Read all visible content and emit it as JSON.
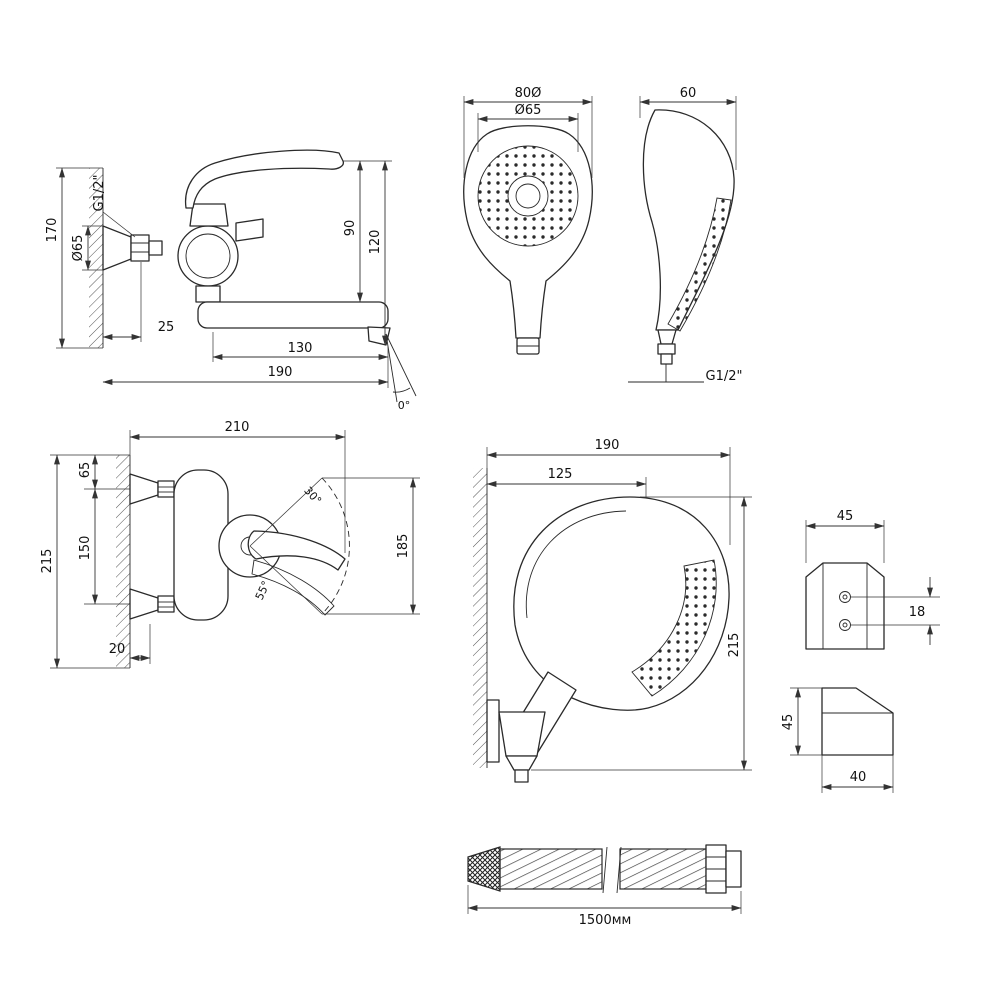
{
  "sheet": {
    "background": "#ffffff",
    "line_color": "#2a2a2a"
  },
  "views": {
    "mixer_side": {
      "dims": {
        "wall_height": "170",
        "thread": "G1/2\"",
        "escutcheon_dia": "Ø65",
        "spout_drop": "90",
        "body_drop": "120",
        "wall_offset": "25",
        "spout_reach": "130",
        "total_reach": "190",
        "spout_angle": "0°"
      }
    },
    "handshower_front": {
      "dims": {
        "head_width": "80Ø",
        "face_dia": "Ø65"
      }
    },
    "handshower_side": {
      "dims": {
        "head_depth": "60",
        "thread": "G1/2\""
      }
    },
    "mixer_plan": {
      "dims": {
        "projection": "210",
        "top_offset": "65",
        "total_height": "215",
        "inlet_centers": "150",
        "swing_width": "185",
        "base_offset": "20",
        "swing_angle_upper": "30°",
        "swing_angle_lower": "55°"
      }
    },
    "shower_on_bracket": {
      "dims": {
        "width": "190",
        "head_offset": "125",
        "height": "215"
      }
    },
    "bracket_front": {
      "dims": {
        "width": "45",
        "hole_spacing": "18"
      }
    },
    "bracket_side": {
      "dims": {
        "height": "45",
        "depth": "40"
      }
    },
    "hose": {
      "dims": {
        "length": "1500мм"
      }
    }
  }
}
